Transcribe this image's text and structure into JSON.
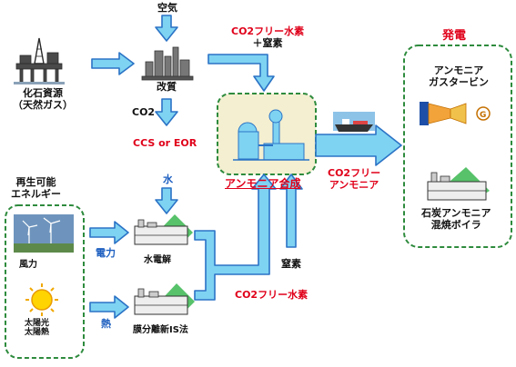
{
  "nodes": {
    "fossil_line1": "化石資源",
    "fossil_line2": "（天然ガス）",
    "air": "空気",
    "reforming": "改質",
    "co2_label": "CO2",
    "ccs": "CCS or EOR",
    "renew_line1": "再生可能",
    "renew_line2": "エネルギー",
    "wind": "風力",
    "solar_line1": "太陽光",
    "solar_line2": "太陽熱",
    "water": "水",
    "electrolysis": "水電解",
    "membrane": "膜分離新IS法",
    "ammonia_synthesis": "アンモニア合成",
    "nitrogen": "窒素",
    "power_generation": "発電",
    "gas_turbine_line1": "アンモニア",
    "gas_turbine_line2": "ガスタービン",
    "coal_boiler_line1": "石炭アンモニア",
    "coal_boiler_line2": "混焼ボイラ"
  },
  "flows": {
    "co2free_h2_top_line1": "CO2フリー水素",
    "co2free_h2_top_line2": "＋窒素",
    "power": "電力",
    "heat": "熱",
    "co2free_h2_bottom": "CO2フリー水素",
    "co2free_nh3_line1": "CO2フリー",
    "co2free_nh3_line2": "アンモニア"
  },
  "colors": {
    "arrow_fill": "#7fd3f2",
    "arrow_stroke": "#2b73c6",
    "box_border": "#2e8b3d",
    "synthesis_bg": "#f3efd0",
    "red_text": "#e0001a",
    "blue_text": "#1d5fc0"
  }
}
